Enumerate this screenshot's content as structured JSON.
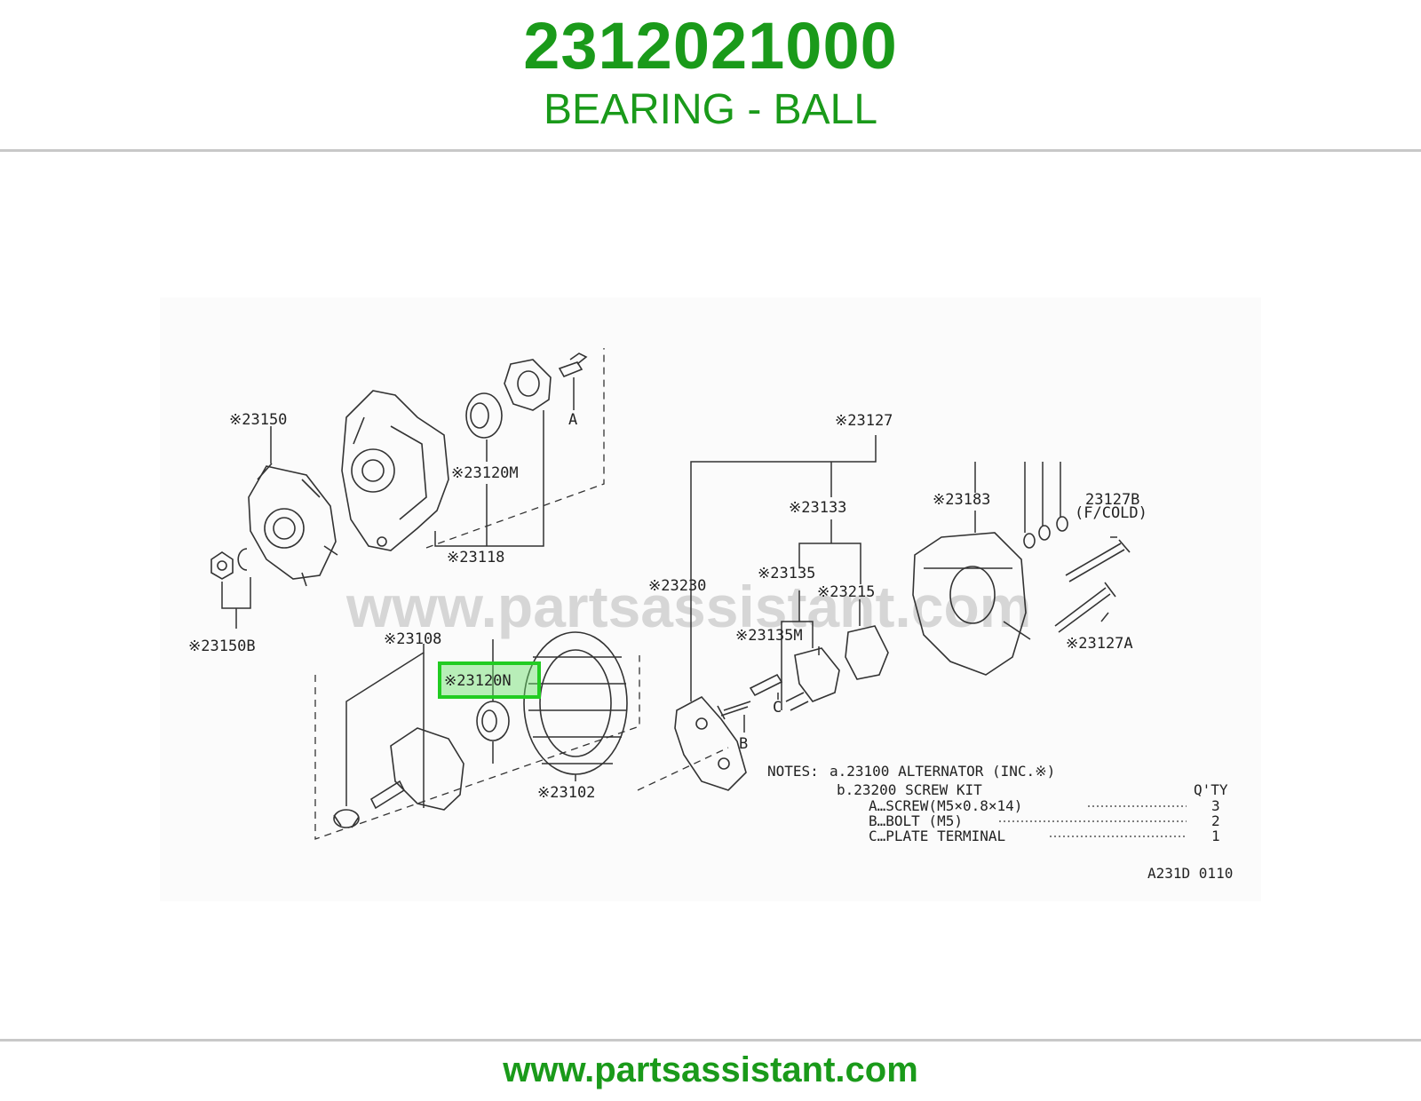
{
  "header": {
    "part_number": "2312021000",
    "part_name": "BEARING - BALL",
    "accent_color": "#1a9a1a"
  },
  "diagram": {
    "watermark": "www.partsassistant.com",
    "highlight_color": "#22cc22",
    "callouts": {
      "c23150": "※23150",
      "c23150b": "※23150B",
      "c23120m": "※23120M",
      "c23118": "※23118",
      "a": "A",
      "c23127": "※23127",
      "c23133": "※23133",
      "c23183": "※23183",
      "c23127b": "23127B",
      "c23127b_note": "(F/COLD)",
      "c23230": "※23230",
      "c23135": "※23135",
      "c23215": "※23215",
      "c23135m": "※23135M",
      "c23127a": "※23127A",
      "c23108": "※23108",
      "c23120n": "※23120N",
      "c23102": "※23102",
      "b": "B",
      "c": "C"
    },
    "notes": {
      "header": "NOTES:",
      "line_a": "a.23100 ALTERNATOR (INC.※)",
      "line_b": "b.23200 SCREW KIT",
      "qty_header": "Q'TY",
      "items": [
        {
          "label": "A…SCREW(M5×0.8×14)",
          "qty": "3"
        },
        {
          "label": "B…BOLT (M5)",
          "qty": "2"
        },
        {
          "label": "C…PLATE TERMINAL",
          "qty": "1"
        }
      ]
    },
    "diagram_code": "A231D 0110"
  },
  "footer": {
    "url": "www.partsassistant.com"
  }
}
